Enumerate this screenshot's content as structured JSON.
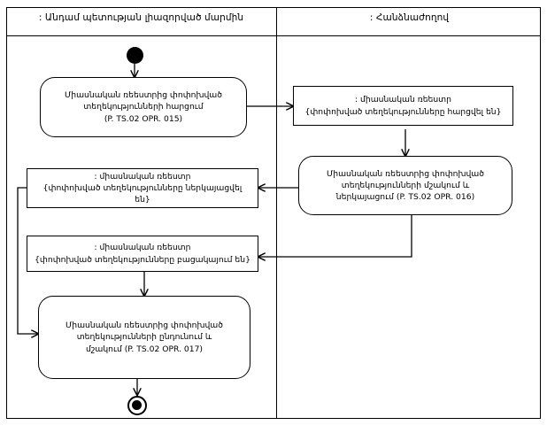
{
  "diagram": {
    "type": "uml-activity-diagram",
    "lanes": [
      {
        "id": "lane-left",
        "title": ": Անդամ պետության լիազորված մարմին"
      },
      {
        "id": "lane-right",
        "title": ": Հանձնաժողով"
      }
    ],
    "nodes": {
      "initial": {
        "kind": "initial-node",
        "label": ""
      },
      "activity_request": {
        "kind": "activity",
        "lane": "lane-left",
        "text": "Միասնական ռեեստրից փոփոխված\nտեղեկությունների հարցում\n(P. TS.02 OPR. 015)"
      },
      "object_requested": {
        "kind": "object-node",
        "lane": "lane-right",
        "text": ": միասնական ռեեստր\n{փոփոխված տեղեկությունները հարցվել են}"
      },
      "activity_process_submit": {
        "kind": "activity",
        "lane": "lane-right",
        "text": "Միասնական ռեեստրից փոփոխված\nտեղեկությունների մշակում և\nներկայացում (P. TS.02 OPR. 016)"
      },
      "object_submitted": {
        "kind": "object-node",
        "lane": "lane-left",
        "text": ": միասնական ռեեստր\n{փոփոխված տեղեկությունները ներկայացվել են}"
      },
      "object_absent": {
        "kind": "object-node",
        "lane": "lane-left",
        "text": ": միասնական ռեեստր\n{փոփոխված տեղեկությունները բացակայում են}"
      },
      "activity_receive_process": {
        "kind": "activity",
        "lane": "lane-left",
        "text": "Միասնական ռեեստրից փոփոխված\nտեղեկությունների ընդունում և\nմշակում (P. TS.02 OPR. 017)"
      },
      "final": {
        "kind": "final-node",
        "label": ""
      }
    },
    "colors": {
      "stroke": "#000000",
      "fill": "#ffffff",
      "text": "#000000"
    }
  }
}
